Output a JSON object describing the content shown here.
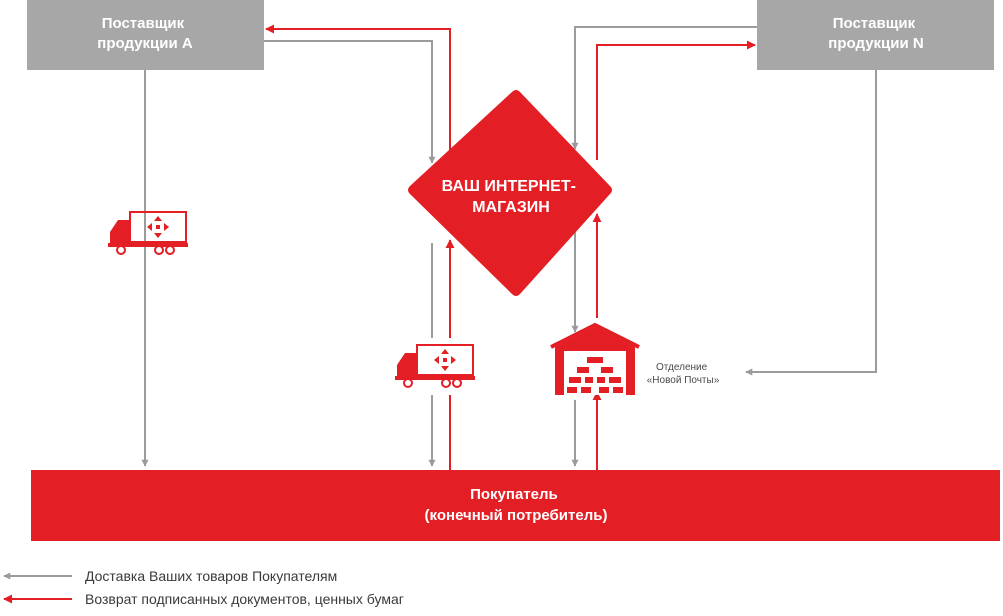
{
  "supplier_a": {
    "line1": "Поставщик",
    "line2": "продукции А"
  },
  "supplier_n": {
    "line1": "Поставщик",
    "line2": "продукции N"
  },
  "shop": {
    "line1": "ВАШ ИНТЕРНЕТ-",
    "line2": "МАГАЗИН"
  },
  "buyer": {
    "line1": "Покупатель",
    "line2": "(конечный потребитель)"
  },
  "branch": {
    "line1": "Отделение",
    "line2": "«Новой Почты»"
  },
  "legend": [
    {
      "label": "Доставка Ваших товаров Покупателям",
      "color": "#9b9b9b"
    },
    {
      "label": "Возврат подписанных документов, ценных бумаг",
      "color": "#e31e24"
    }
  ],
  "colors": {
    "accent": "#e31e24",
    "box_gray": "#a7a7a7",
    "arrow_gray": "#9b9b9b"
  },
  "icons": [
    "truck-icon",
    "warehouse-icon",
    "nova-poshta-logo-icon"
  ]
}
